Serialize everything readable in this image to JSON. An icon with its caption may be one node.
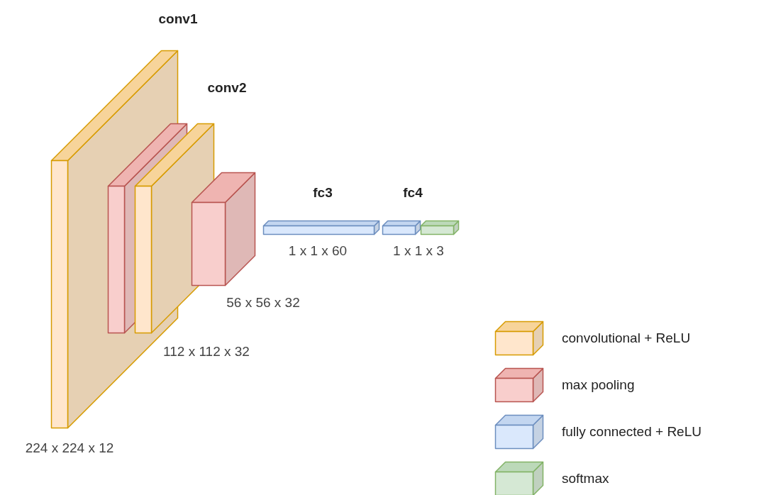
{
  "diagram": {
    "nodes": [
      {
        "text": [
          "conv1"
        ],
        "beside": [
          "224 x 224 x 12"
        ]
      },
      {
        "text": [],
        "shape": "box"
      },
      {
        "text": [
          "conv2"
        ]
      },
      {
        "text": [],
        "shape": "box",
        "beside": [
          "56 x 56 x 32"
        ]
      },
      {
        "text": [
          "fc3"
        ],
        "beside": [
          "1 x 1 x 60"
        ]
      },
      {
        "text": [
          "fc4"
        ],
        "beside": [
          "1 x 1 x 3"
        ]
      },
      {
        "text": [],
        "shape": "box"
      }
    ],
    "labels": [
      "112 x 112 x 32"
    ],
    "legend": [
      {
        "text": "convolutional + ReLU",
        "color": "#ffe6cc"
      },
      {
        "text": "max pooling",
        "color": "#f8cecc"
      },
      {
        "text": "fully connected + ReLU",
        "color": "#dae8fc"
      },
      {
        "text": "softmax",
        "color": "#d5e8d4"
      }
    ]
  }
}
